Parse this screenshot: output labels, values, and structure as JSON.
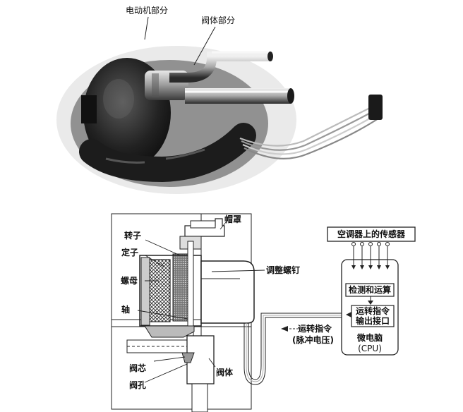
{
  "photo": {
    "label_motor": "电动机部分",
    "label_valve": "阀体部分"
  },
  "diagram": {
    "label_rotor": "转子",
    "label_stator": "定子",
    "label_nut": "螺母",
    "label_shaft": "轴",
    "label_valve_core": "阀芯",
    "label_valve_hole": "阀孔",
    "label_valve_body": "阀体",
    "label_cap": "帽罩",
    "label_adjust_screw": "调整螺钉",
    "label_command_line1": "运转指令",
    "label_command_line2": "(脉冲电压)",
    "sensor_box": "空调器上的传感器",
    "detect_box": "检测和运算",
    "output_line1": "运转指令",
    "output_line2": "输出接口",
    "micro_line1": "微电脑",
    "micro_line2": "(CPU)"
  }
}
